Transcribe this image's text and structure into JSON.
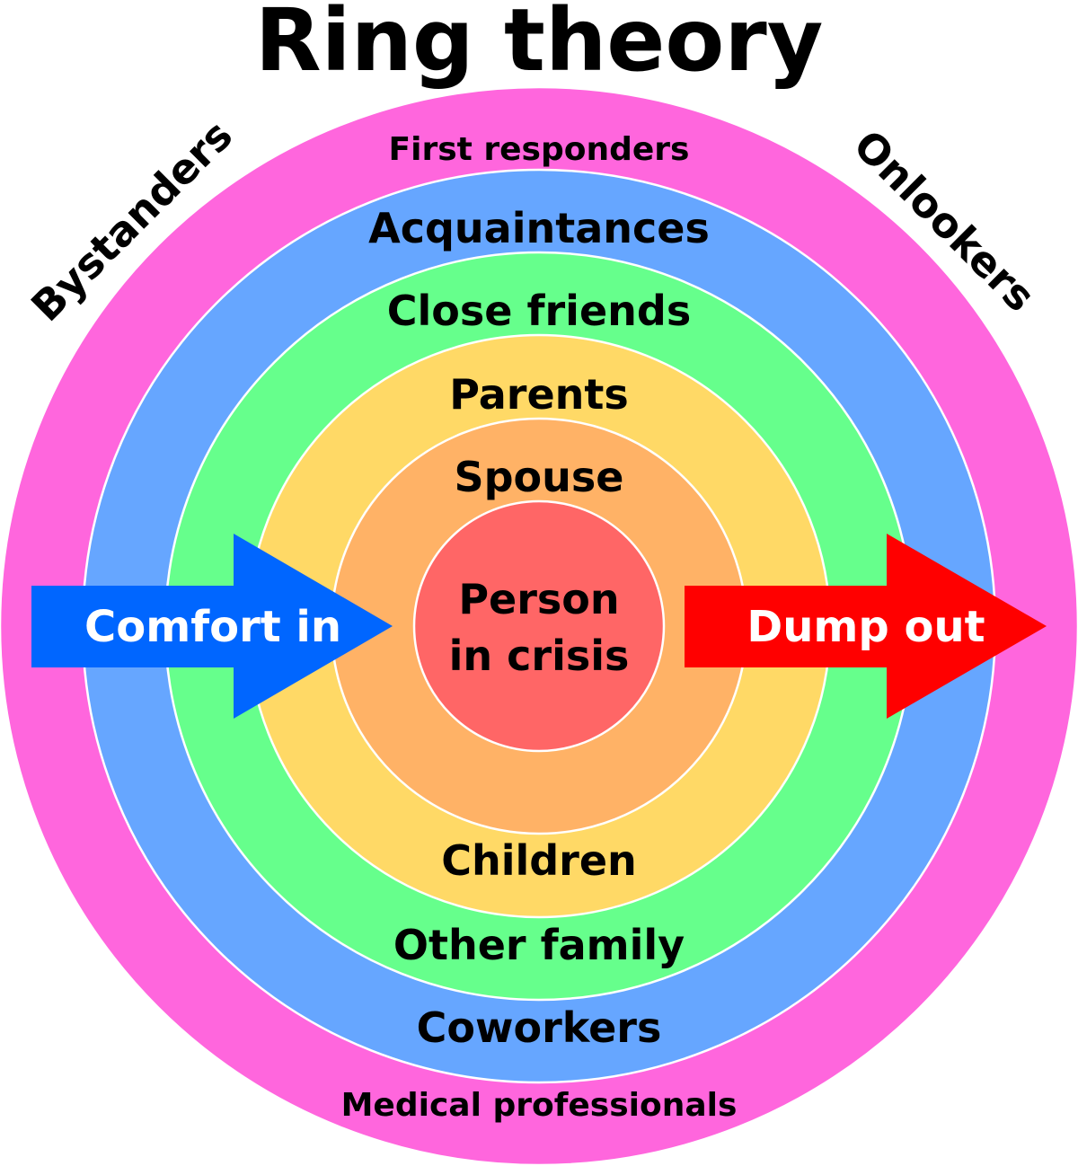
{
  "title": "Ring theory",
  "colors": {
    "ring_outer": "#ff66dd",
    "ring_acquaintances": "#66a6ff",
    "ring_friends": "#66ff8c",
    "ring_parents": "#ffd966",
    "ring_spouse": "#ffb266",
    "center": "#ff6666",
    "arrow_in": "#0066ff",
    "arrow_out": "#ff0000"
  },
  "rings": {
    "outer": {
      "top": "First responders",
      "bottom": "Medical professionals",
      "left": "Bystanders",
      "right": "Onlookers"
    },
    "acquaintances": {
      "top": "Acquaintances",
      "bottom": "Coworkers"
    },
    "friends": {
      "top": "Close friends",
      "bottom": "Other family"
    },
    "parents": {
      "top": "Parents",
      "bottom": "Children"
    },
    "spouse": {
      "top": "Spouse"
    },
    "center": {
      "line1": "Person",
      "line2": "in crisis"
    }
  },
  "arrows": {
    "in": {
      "label": "Comfort in"
    },
    "out": {
      "label": "Dump out"
    }
  }
}
